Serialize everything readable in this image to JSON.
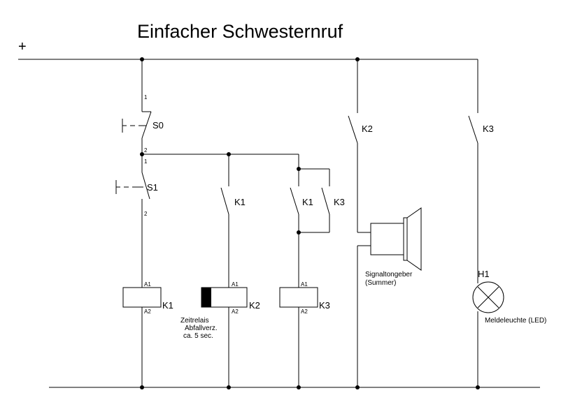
{
  "title": "Einfacher Schwesternruf",
  "rail_positive": "+",
  "switches": {
    "s0": {
      "name": "S0",
      "pin_top": "1",
      "pin_bottom": "2"
    },
    "s1": {
      "name": "S1",
      "pin_top": "1",
      "pin_bottom": "2"
    }
  },
  "contacts": {
    "k1_a": "K1",
    "k1_b": "K1",
    "k3_hold": "K3",
    "k2_out": "K2",
    "k3_out": "K3"
  },
  "coils": {
    "k1": {
      "name": "K1",
      "a1": "A1",
      "a2": "A2"
    },
    "k2": {
      "name": "K2",
      "a1": "A1",
      "a2": "A2",
      "note_lines": [
        "Zeitrelais",
        "Abfallverz.",
        "ca. 5 sec."
      ]
    },
    "k3": {
      "name": "K3",
      "a1": "A1",
      "a2": "A2"
    }
  },
  "buzzer": {
    "note_lines": [
      "Signaltongeber",
      "(Summer)"
    ]
  },
  "lamp": {
    "name": "H1",
    "note": "Meldeleuchte (LED)"
  }
}
